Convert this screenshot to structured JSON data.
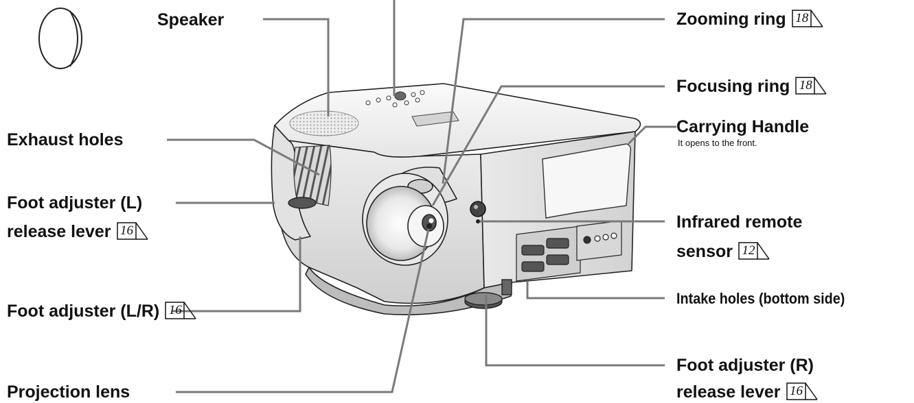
{
  "labels": {
    "speaker": "Speaker",
    "zooming_ring": "Zooming ring",
    "focusing_ring": "Focusing ring",
    "carrying_handle": "Carrying Handle",
    "carrying_handle_note": "It opens to the front.",
    "exhaust_holes": "Exhaust holes",
    "foot_adjuster_l_line1": "Foot adjuster (L)",
    "foot_adjuster_l_line2": "release lever",
    "infrared_line1": "Infrared remote",
    "infrared_line2": "sensor",
    "intake_holes": "Intake holes (bottom side)",
    "foot_adjuster_lr": "Foot adjuster (L/R)",
    "foot_adjuster_r_line1": "Foot adjuster (R)",
    "foot_adjuster_r_line2": "release lever",
    "projection_lens": "Projection lens"
  },
  "page_refs": {
    "zooming_ring": "18",
    "focusing_ring": "18",
    "foot_adjuster_l": "16",
    "infrared": "12",
    "foot_adjuster_lr": "16",
    "foot_adjuster_r": "16"
  },
  "colors": {
    "leader": "#7a7a7a",
    "ink": "#111111",
    "body_light": "#f2f2f2",
    "body_mid": "#dcdcdc",
    "body_dark": "#9a9a9a"
  }
}
